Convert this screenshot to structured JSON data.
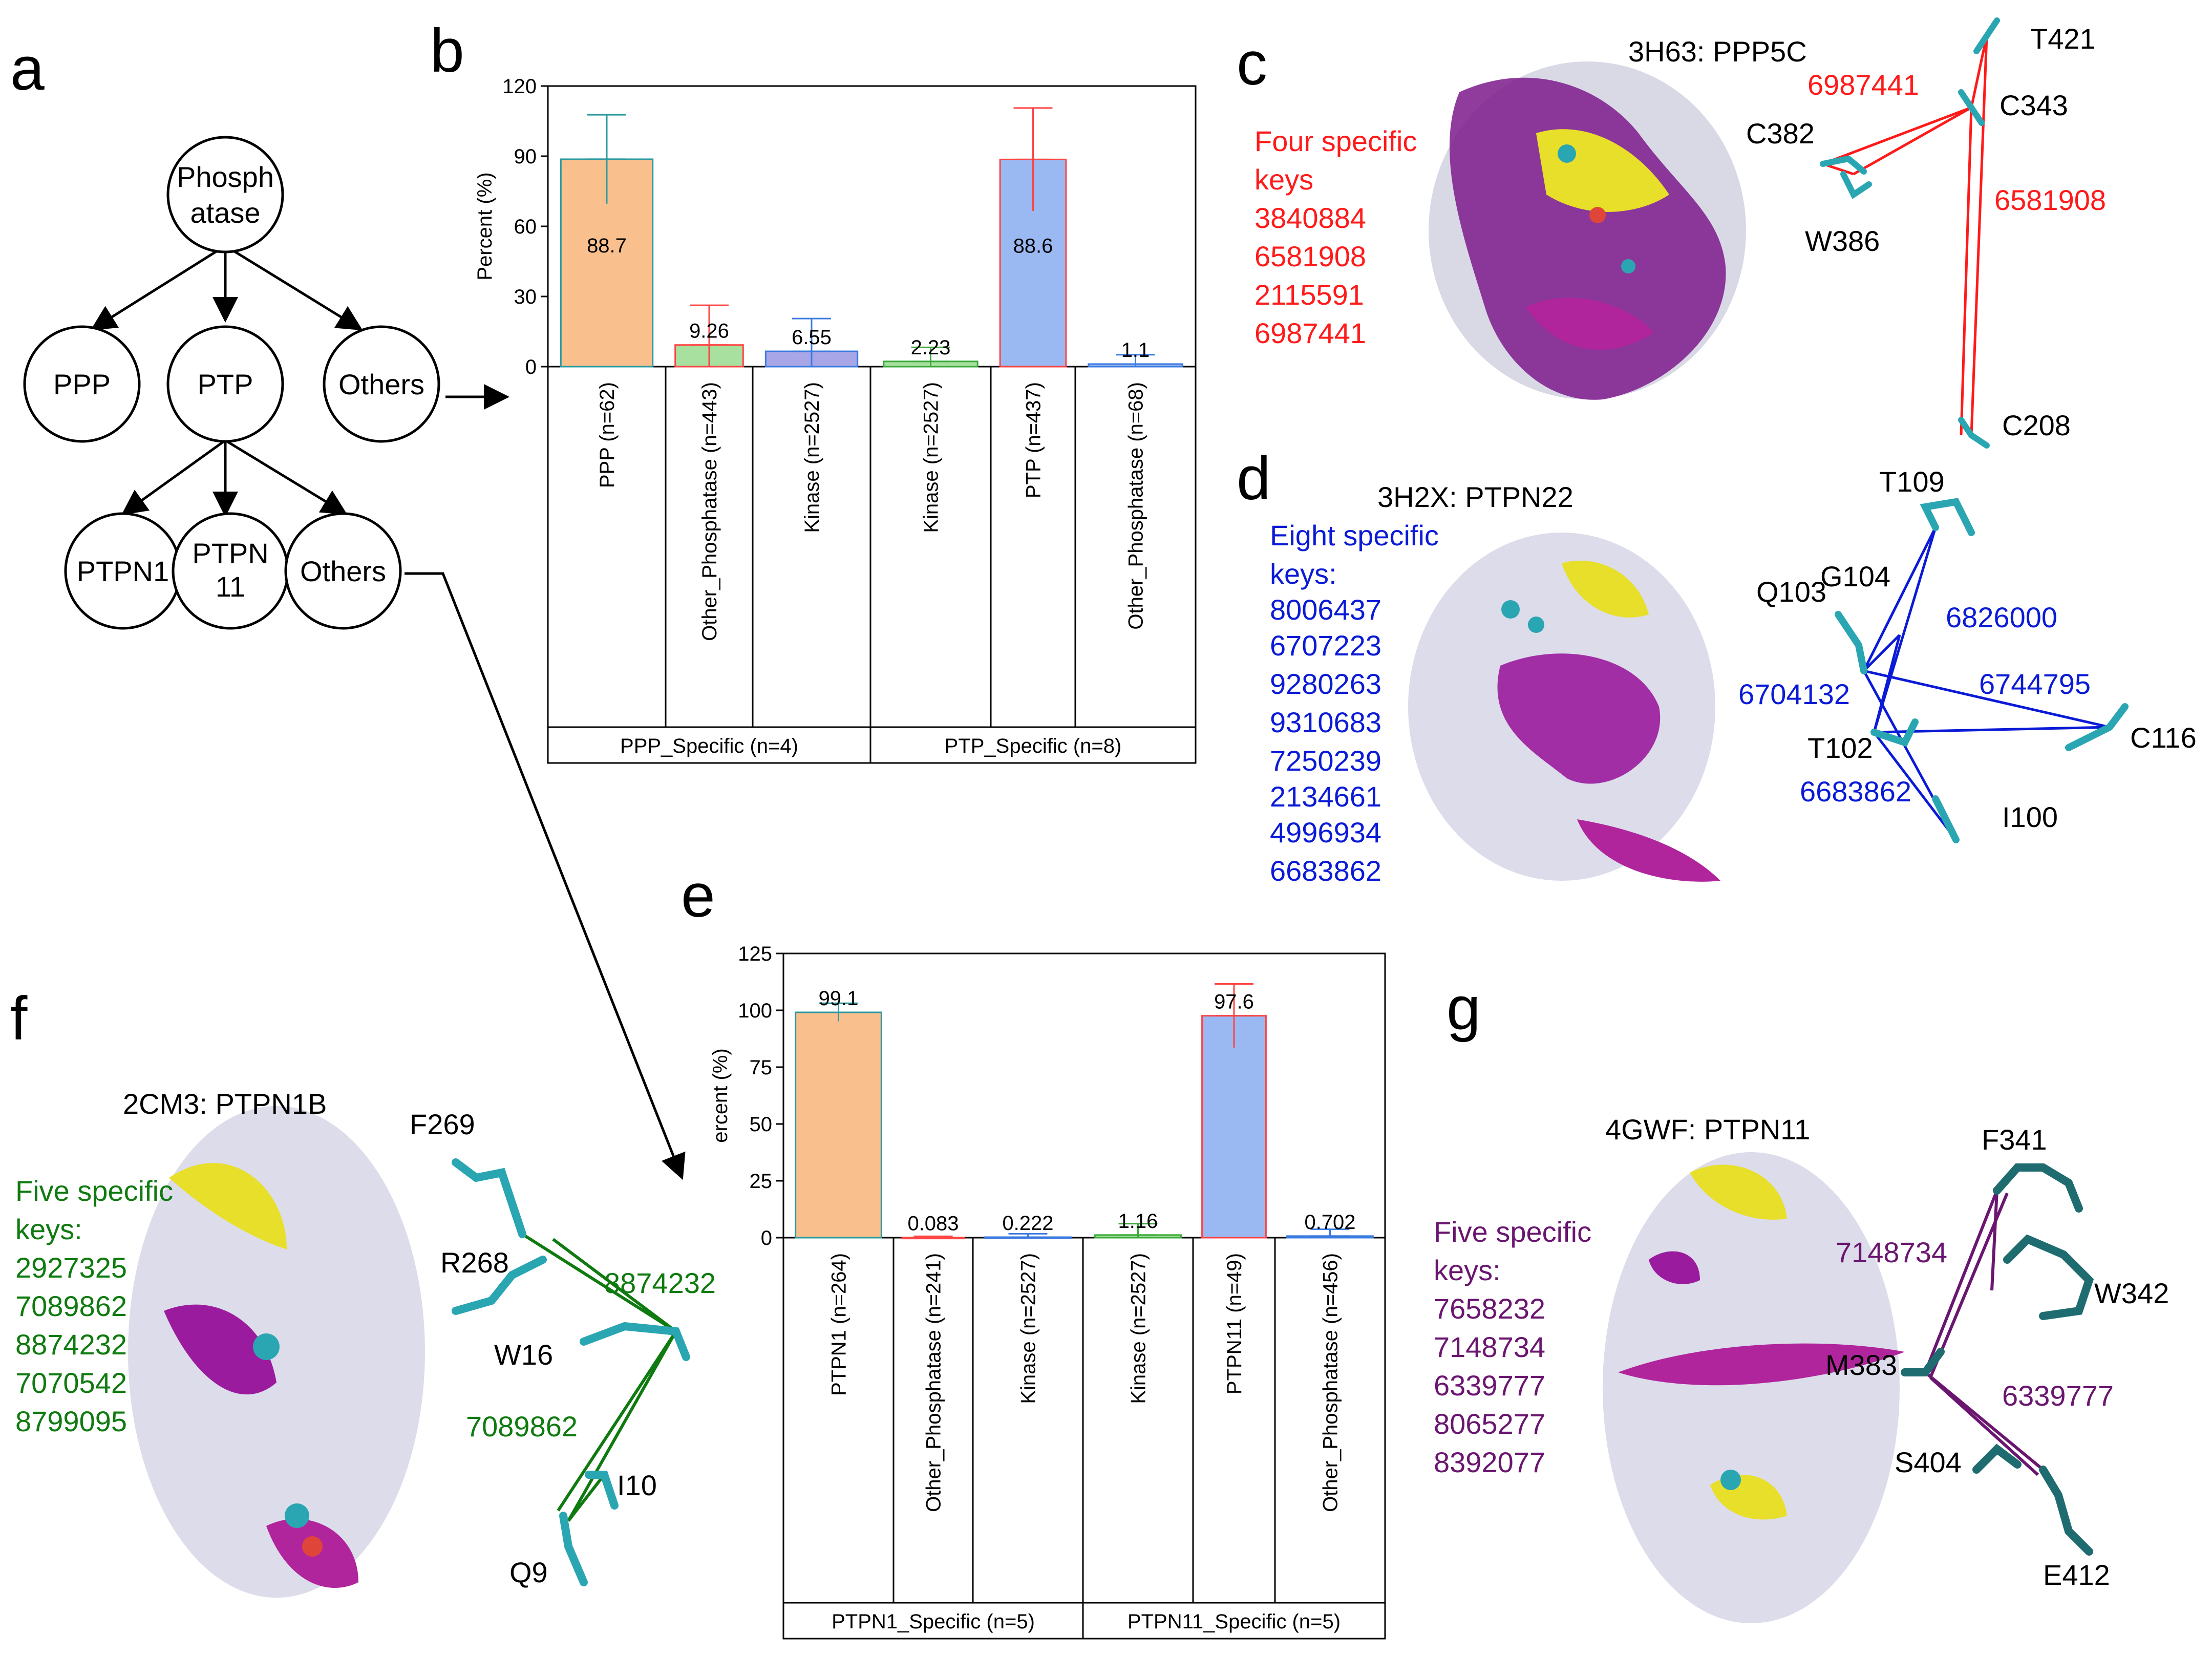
{
  "panel_letters": {
    "a": "a",
    "b": "b",
    "c": "c",
    "d": "d",
    "e": "e",
    "f": "f",
    "g": "g"
  },
  "tree": {
    "root": [
      "Phosph",
      "atase"
    ],
    "level1": [
      "PPP",
      "PTP",
      "Others"
    ],
    "level2": [
      [
        "PTPN1"
      ],
      [
        "PTPN",
        "11"
      ],
      [
        "Others"
      ]
    ]
  },
  "panel_c": {
    "title": "3H63: PPP5C",
    "keys_label": [
      "Four specific",
      "keys"
    ],
    "keys": [
      "3840884",
      "6581908",
      "2115591",
      "6987441"
    ],
    "residues": [
      "T421",
      "C343",
      "C382",
      "W386",
      "C208"
    ],
    "edge_labels": [
      "6987441",
      "6581908"
    ],
    "color": "#ff1a1a"
  },
  "panel_d": {
    "title": "3H2X: PTPN22",
    "keys_label": [
      "Eight specific",
      "keys:"
    ],
    "keys": [
      "8006437",
      "6707223",
      "9280263",
      "9310683",
      "7250239",
      "2134661",
      "4996934",
      "6683862"
    ],
    "residues": [
      "T109",
      "Q103",
      "G104",
      "C116",
      "T102",
      "I100"
    ],
    "edge_labels": [
      "6826000",
      "6704132",
      "6744795",
      "6683862"
    ],
    "color": "#0a1ad6"
  },
  "panel_f": {
    "title": "2CM3: PTPN1B",
    "keys_label": [
      "Five specific",
      "keys:"
    ],
    "keys": [
      "2927325",
      "7089862",
      "8874232",
      "7070542",
      "8799095"
    ],
    "residues": [
      "F269",
      "R268",
      "W16",
      "I10",
      "Q9"
    ],
    "edge_labels": [
      "8874232",
      "7089862"
    ],
    "color": "#0f7a0f"
  },
  "panel_g": {
    "title": "4GWF: PTPN11",
    "keys_label": [
      "Five specific",
      "keys:"
    ],
    "keys": [
      "7658232",
      "7148734",
      "6339777",
      "8065277",
      "8392077"
    ],
    "residues": [
      "F341",
      "W342",
      "M383",
      "S404",
      "E412"
    ],
    "edge_labels": [
      "7148734",
      "6339777"
    ],
    "color": "#6a1670"
  },
  "chart_data": [
    {
      "type": "bar",
      "panel": "b",
      "ylabel": "Percent (%)",
      "ylim": [
        0,
        120
      ],
      "yticks": [
        0,
        30,
        60,
        90,
        120
      ],
      "categories": [
        "PPP (n=62)",
        "Other_Phosphatase (n=443)",
        "Kinase (n=2527)",
        "Kinase (n=2527)",
        "PTP (n=437)",
        "Other_Phosphatase (n=68)"
      ],
      "values": [
        88.7,
        9.26,
        6.55,
        2.23,
        88.6,
        1.1
      ],
      "value_labels": [
        "88.7",
        "9.26",
        "6.55",
        "2.23",
        "88.6",
        "1.1"
      ],
      "errors": [
        19,
        17,
        14,
        6,
        22,
        4
      ],
      "bar_colors": [
        "#f9c08e",
        "#a8e0a0",
        "#a9a6e8",
        "#a8e0a0",
        "#9ab8f2",
        "#9ab8f2"
      ],
      "err_colors": [
        "#2a9aa0",
        "#ff4444",
        "#3a7ae0",
        "#3aaa3a",
        "#ff4444",
        "#3a7ae0"
      ],
      "groups": [
        {
          "label": "PPP_Specific (n=4)",
          "categories": [
            "PPP (n=62)",
            "Other_Phosphatase (n=443)",
            "Kinase (n=2527)"
          ]
        },
        {
          "label": "PTP_Specific (n=8)",
          "categories": [
            "Kinase (n=2527)",
            "PTP (n=437)",
            "Other_Phosphatase (n=68)"
          ]
        }
      ]
    },
    {
      "type": "bar",
      "panel": "e",
      "ylabel": "ercent (%)",
      "ylim": [
        0,
        125
      ],
      "yticks": [
        0,
        25,
        50,
        75,
        100,
        125
      ],
      "categories": [
        "PTPN1 (n=264)",
        "Other_Phosphatase (n=241)",
        "Kinase (n=2527)",
        "Kinase (n=2527)",
        "PTPN11 (n=49)",
        "Other_Phosphatase (n=456)"
      ],
      "values": [
        99.1,
        0.083,
        0.222,
        1.16,
        97.6,
        0.702
      ],
      "value_labels": [
        "99.1",
        "0.083",
        "0.222",
        "1.16",
        "97.6",
        "0.702"
      ],
      "errors": [
        4,
        0.5,
        1.5,
        5,
        14,
        3
      ],
      "bar_colors": [
        "#f9c08e",
        "#f0a0a0",
        "#a9a6e8",
        "#a8e0a0",
        "#9ab8f2",
        "#9ab8f2"
      ],
      "err_colors": [
        "#2a9aa0",
        "#ff4444",
        "#3a7ae0",
        "#3aaa3a",
        "#ff4444",
        "#3a7ae0"
      ],
      "groups": [
        {
          "label": "PTPN1_Specific (n=5)",
          "categories": [
            "PTPN1 (n=264)",
            "Other_Phosphatase (n=241)",
            "Kinase (n=2527)"
          ]
        },
        {
          "label": "PTPN11_Specific (n=5)",
          "categories": [
            "Kinase (n=2527)",
            "PTPN11 (n=49)",
            "Other_Phosphatase (n=456)"
          ]
        }
      ]
    }
  ]
}
